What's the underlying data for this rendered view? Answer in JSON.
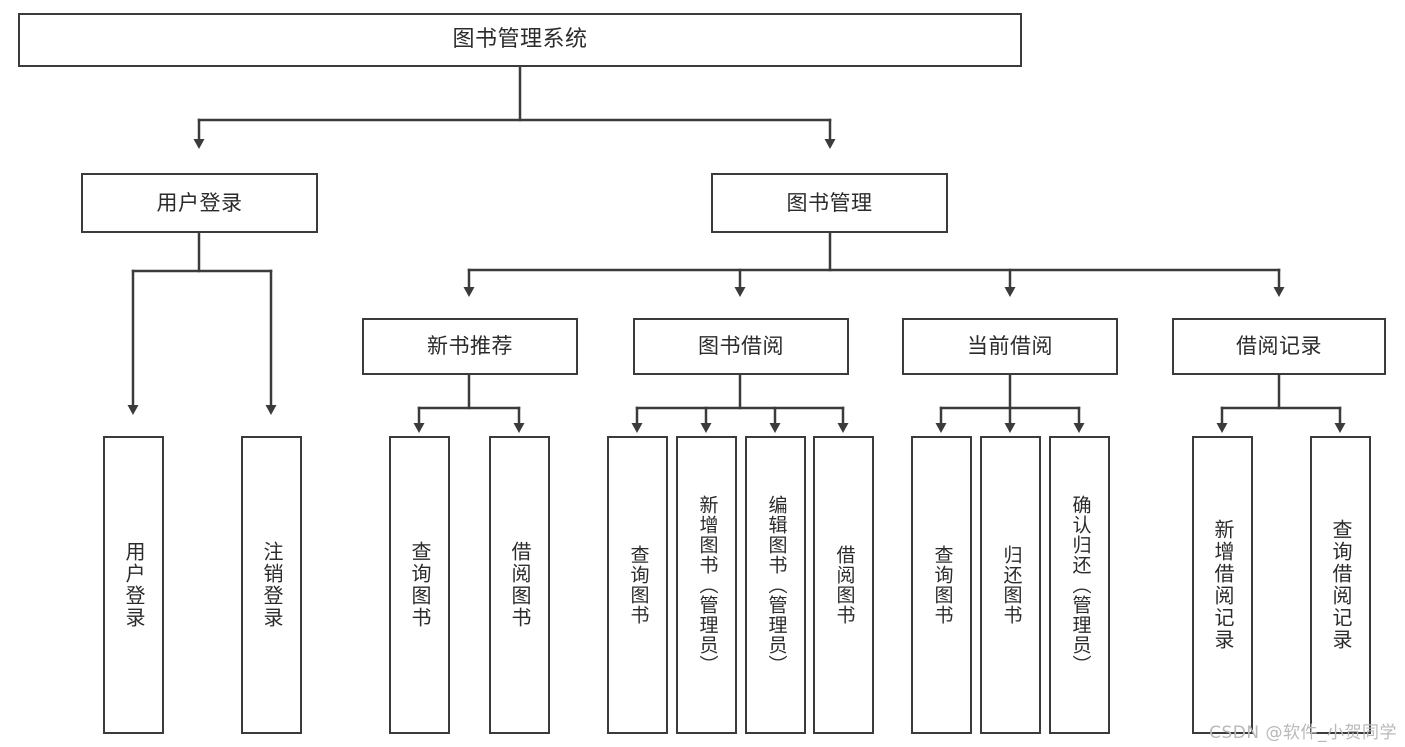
{
  "diagram": {
    "title": "图书管理系统",
    "watermark": "CSDN @软件_小贺同学",
    "stroke_color": "#3b3b3b",
    "text_color": "#2b2b2b",
    "background_color": "#ffffff",
    "watermark_color": "#b9b9b9"
  },
  "nodes": {
    "root": {
      "label": "图书管理系统"
    },
    "level2": [
      {
        "label": "用户登录"
      },
      {
        "label": "图书管理"
      }
    ],
    "level3": [
      {
        "label": "新书推荐"
      },
      {
        "label": "图书借阅"
      },
      {
        "label": "当前借阅"
      },
      {
        "label": "借阅记录"
      }
    ],
    "leaves": {
      "user_login": [
        {
          "label": "用户登录"
        },
        {
          "label": "注销登录"
        }
      ],
      "new_book_recommend": [
        {
          "label": "查询图书"
        },
        {
          "label": "借阅图书"
        }
      ],
      "book_borrow": [
        {
          "label": "查询图书"
        },
        {
          "label": "新增图书（管理员）"
        },
        {
          "label": "编辑图书（管理员）"
        },
        {
          "label": "借阅图书"
        }
      ],
      "current_borrow": [
        {
          "label": "查询图书"
        },
        {
          "label": "归还图书"
        },
        {
          "label": "确认归还（管理员）"
        }
      ],
      "borrow_record": [
        {
          "label": "新增借阅记录"
        },
        {
          "label": "查询借阅记录"
        }
      ]
    }
  }
}
